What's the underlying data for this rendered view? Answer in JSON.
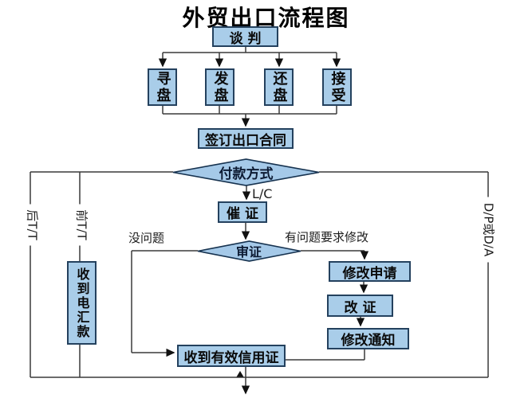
{
  "title": "外贸出口流程图",
  "colors": {
    "node_fill": "#a9cde9",
    "node_border": "#24415e",
    "line": "#3a3a3a",
    "text": "#0a0a0a",
    "background": "#ffffff"
  },
  "nodes": {
    "negotiation": "谈 判",
    "inquiry": "寻盘",
    "offer": "发盘",
    "counter_offer": "还盘",
    "acceptance": "接受",
    "sign_contract": "签订出口合同",
    "payment_method": "付款方式",
    "urge_lc": "催 证",
    "review_lc": "审证",
    "amendment_request": "修改申请",
    "amend_lc": "改 证",
    "amendment_notice": "修改通知",
    "receive_valid_lc": "收到有效信用证",
    "receive_tt_payment": "收到电汇款"
  },
  "edge_labels": {
    "lc": "L/C",
    "no_problem": "没问题",
    "problem_request_amend": "有问题要求修改",
    "post_tt": "后T/T",
    "advance_tt": "前T/T",
    "dp_or_da": "D/P或D/A"
  }
}
